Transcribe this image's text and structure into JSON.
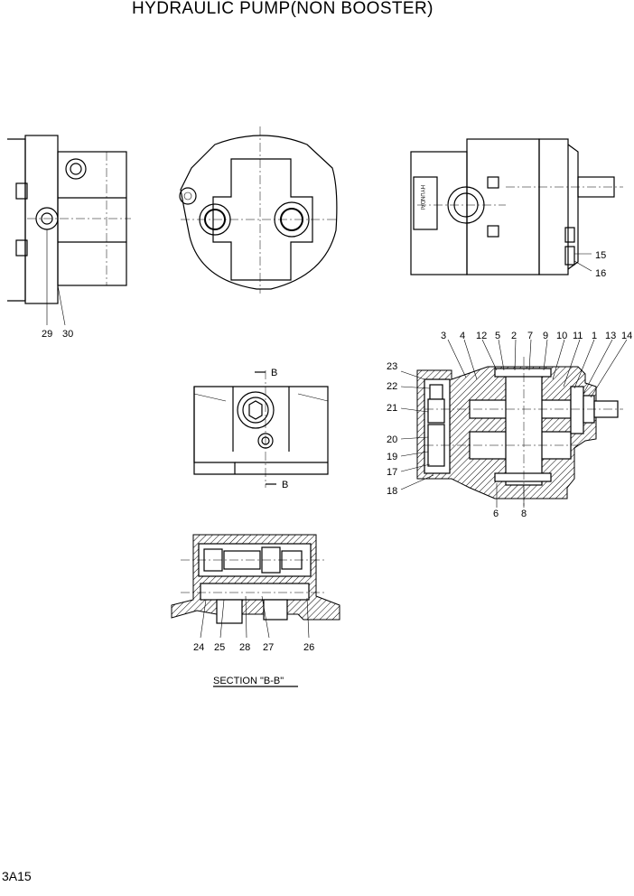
{
  "title": "HYDRAULIC PUMP(NON BOOSTER)",
  "page_number": "3A15",
  "section_label": "SECTION \"B-B\"",
  "section_marks": {
    "top": "B",
    "bottom": "B"
  },
  "callouts": {
    "c1": "1",
    "c2": "2",
    "c3": "3",
    "c4": "4",
    "c5": "5",
    "c6": "6",
    "c7": "7",
    "c8": "8",
    "c9": "9",
    "c10": "10",
    "c11": "11",
    "c12": "12",
    "c13": "13",
    "c14": "14",
    "c15": "15",
    "c16": "16",
    "c17": "17",
    "c18": "18",
    "c19": "19",
    "c20": "20",
    "c21": "21",
    "c22": "22",
    "c23": "23",
    "c24": "24",
    "c25": "25",
    "c26": "26",
    "c27": "27",
    "c28": "28",
    "c29": "29",
    "c30": "30"
  }
}
